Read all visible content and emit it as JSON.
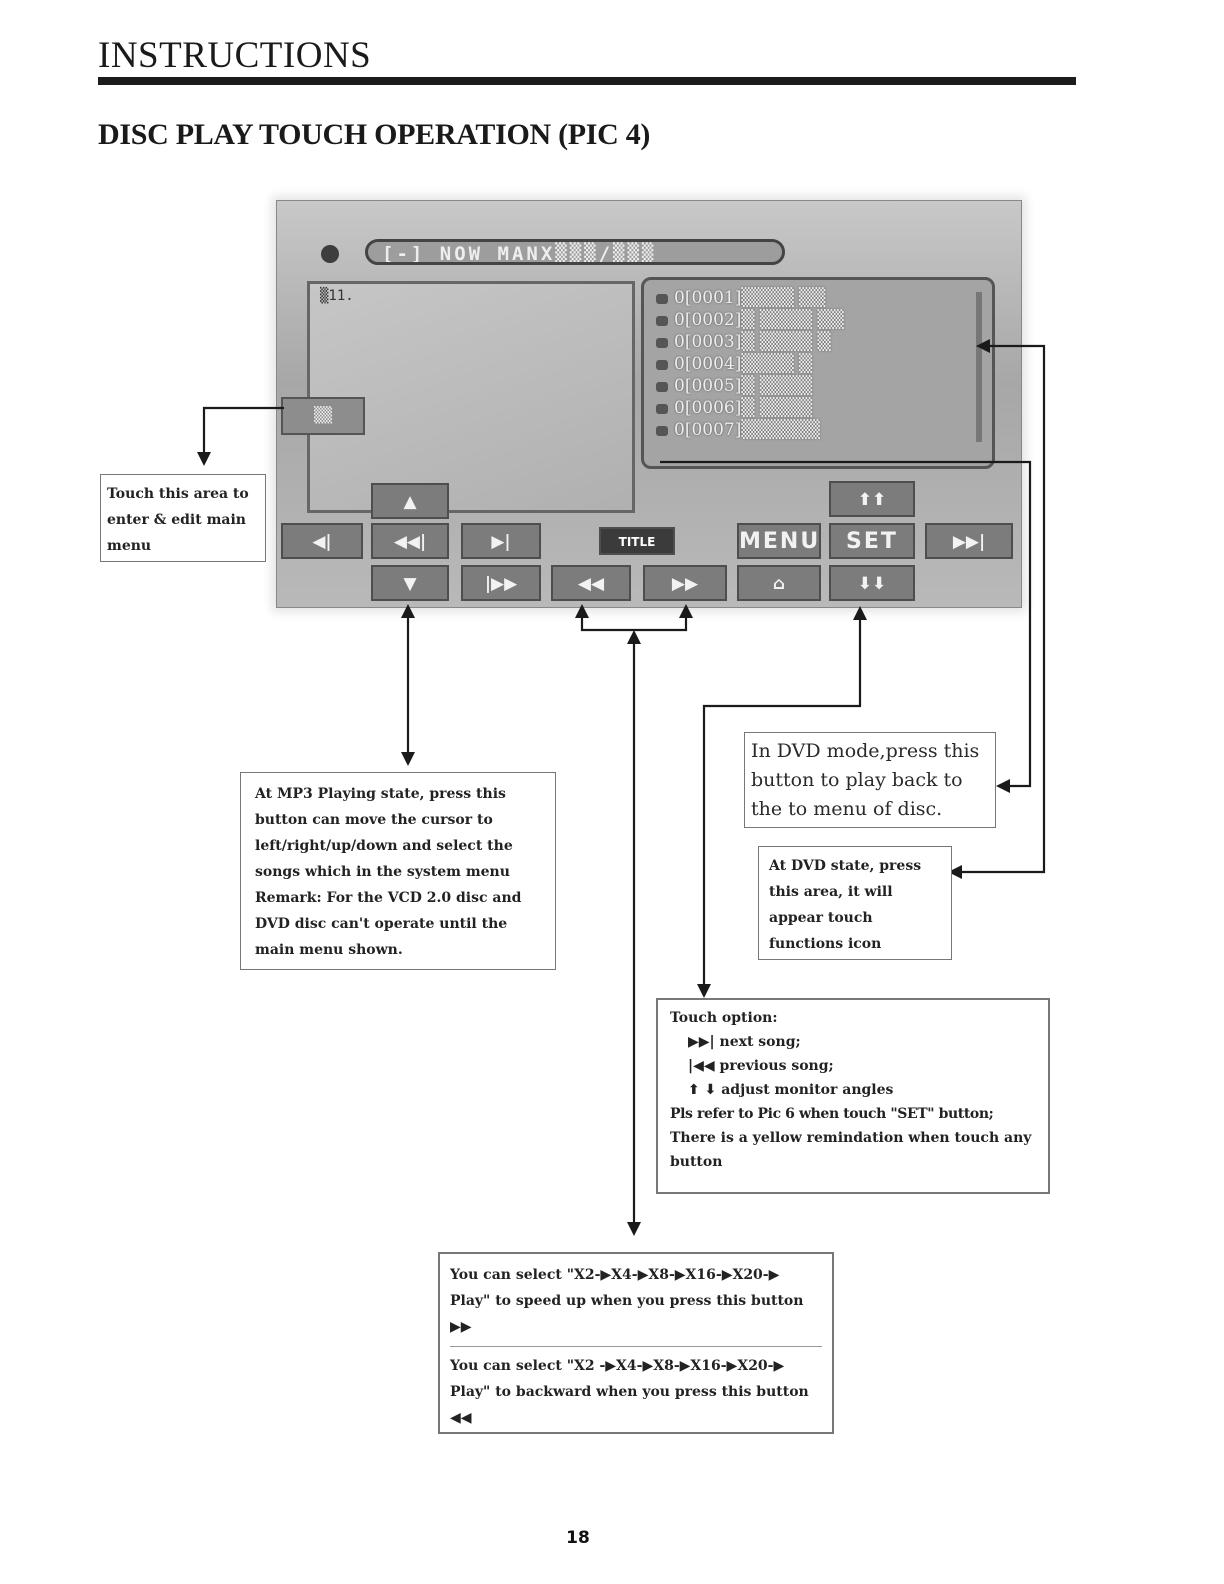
{
  "header": {
    "section": "INSTRUCTIONS",
    "title": "DISC PLAY TOUCH OPERATION (PIC 4)"
  },
  "screen": {
    "title_bar": "[-] NOW MANX▒▒▒/▒▒▒",
    "video_tag": "▒11.",
    "menu_button": "▒▒",
    "playlist": [
      "0[0001]▒▒▒▒ ▒▒",
      "0[0002]▒ ▒▒▒▒ ▒▒",
      "0[0003]▒ ▒▒▒▒ ▒",
      "0[0004]▒▒▒▒ ▒",
      "0[0005]▒ ▒▒▒▒",
      "0[0006]▒ ▒▒▒▒",
      "0[0007]▒▒▒▒▒▒"
    ],
    "buttons": {
      "up": "▲",
      "down": "▼",
      "prev": "◀◀|",
      "next": "|▶▶",
      "rewind": "◀◀",
      "forward": "▶▶",
      "left": "◀|",
      "play": "▶|",
      "title": "TITLE",
      "menu": "MENU",
      "set": "SET",
      "angle_up": "⬆⬆",
      "angle_down": "⬇⬇",
      "home": "⌂",
      "right_end": "▶▶|"
    }
  },
  "callouts": {
    "main_menu": "Touch this area to enter & edit main menu",
    "mp3": "At MP3 Playing state, press this button can move the cursor to left/right/up/down and select the songs which in the system menu Remark: For the VCD 2.0 disc and DVD disc can't operate until the main menu shown.",
    "dvd_title": "In DVD mode,press this button to play back to the to menu of disc.",
    "dvd_state": "At DVD state, press this area, it will appear touch functions icon",
    "touch_option": {
      "heading": "Touch option:",
      "next_icon": "▶▶|",
      "next": "next song;",
      "prev_icon": "|◀◀",
      "prev": "previous song;",
      "angle_icon": "⬆ ⬇",
      "angle": "adjust monitor angles",
      "set_note": "Pls refer to Pic 6 when touch \"SET\" button;",
      "yellow_note": "There is a yellow remindation when touch any button"
    },
    "speed": {
      "forward": "You can select \"X2-▶X4-▶X8-▶X16-▶X20-▶ Play\" to speed up when you press this button",
      "forward_icon": "▶▶",
      "backward": "You can select \"X2 -▶X4-▶X8-▶X16-▶X20-▶ Play\" to backward when you press this button",
      "backward_icon": "◀◀"
    }
  },
  "page_number": "18"
}
